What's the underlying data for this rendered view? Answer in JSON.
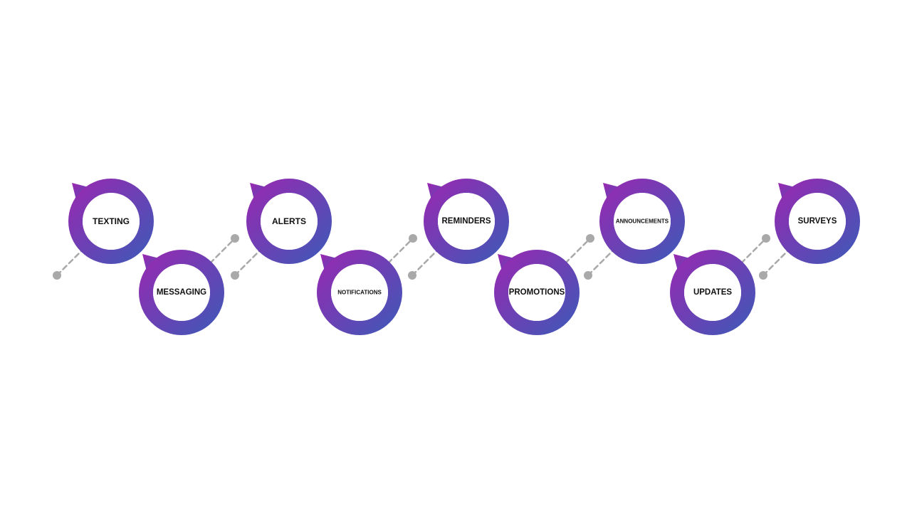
{
  "colors": {
    "ring_start": "#9b27b0",
    "ring_end": "#3b5bb8",
    "connector": "#a9a9a9",
    "text": "#111111",
    "background": "#ffffff"
  },
  "icons": {
    "bubble": "speech-bubble-ring-icon",
    "connector_dot": "dot-icon"
  },
  "steps": [
    {
      "label": "TEXTING"
    },
    {
      "label": "MESSAGING"
    },
    {
      "label": "ALERTS"
    },
    {
      "label": "NOTIFICATIONS"
    },
    {
      "label": "REMINDERS"
    },
    {
      "label": "PROMOTIONS"
    },
    {
      "label": "ANNOUNCEMENTS"
    },
    {
      "label": "UPDATES"
    },
    {
      "label": "SURVEYS"
    }
  ]
}
